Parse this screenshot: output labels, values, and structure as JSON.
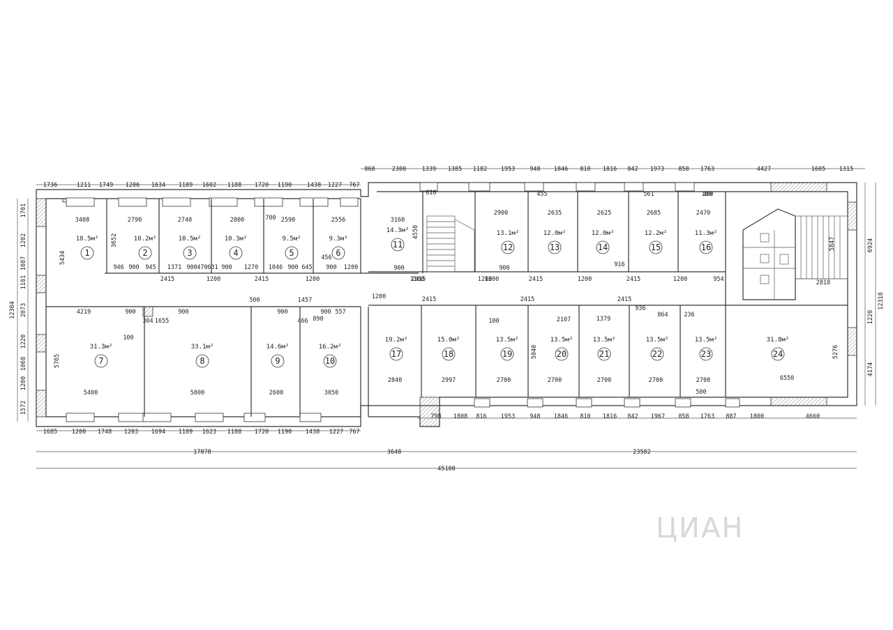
{
  "watermark": "ЦИАН",
  "rooms": [
    {
      "num": "1",
      "area": "18.5м²",
      "w": "3408",
      "h": "5434"
    },
    {
      "num": "2",
      "area": "10.2м²",
      "w": "2790",
      "h": "3652"
    },
    {
      "num": "3",
      "area": "10.5м²",
      "w": "2740"
    },
    {
      "num": "4",
      "area": "10.3м²",
      "w": "2800"
    },
    {
      "num": "5",
      "area": "9.5м²",
      "w": "2590"
    },
    {
      "num": "6",
      "area": "9.3м²",
      "w": "2556"
    },
    {
      "num": "7",
      "area": "31.3м²",
      "w": "5400",
      "h": "5765"
    },
    {
      "num": "8",
      "area": "33.1м²",
      "w": "5800"
    },
    {
      "num": "9",
      "area": "14.6м²",
      "w": "2600"
    },
    {
      "num": "10",
      "area": "16.2м²",
      "w": "3050"
    },
    {
      "num": "11",
      "area": "14.3м²",
      "w": "3160",
      "h": "4550"
    },
    {
      "num": "12",
      "area": "13.1м²",
      "w": "2900"
    },
    {
      "num": "13",
      "area": "12.0м²",
      "w": "2635"
    },
    {
      "num": "14",
      "area": "12.0м²",
      "w": "2625"
    },
    {
      "num": "15",
      "area": "12.2м²",
      "w": "2685"
    },
    {
      "num": "16",
      "area": "11.3м²",
      "w": "2470"
    },
    {
      "num": "17",
      "area": "19.2м²",
      "w": "2840"
    },
    {
      "num": "18",
      "area": "15.0м²",
      "w": "2997"
    },
    {
      "num": "19",
      "area": "13.5м²",
      "w": "2700"
    },
    {
      "num": "20",
      "area": "13.5м²",
      "w": "2700",
      "h": "5040"
    },
    {
      "num": "21",
      "area": "13.5м²",
      "w": "2700"
    },
    {
      "num": "22",
      "area": "13.5м²",
      "w": "2700"
    },
    {
      "num": "23",
      "area": "13.5м²",
      "w": "2700"
    },
    {
      "num": "24",
      "area": "31.8м²",
      "w": "6550",
      "h": "5276"
    }
  ],
  "dims_top_left": [
    "1736",
    "1211",
    "1749",
    "1206",
    "1634",
    "1189",
    "1602",
    "1188",
    "1720",
    "1190",
    "1438",
    "1227",
    "767"
  ],
  "dims_top_right": [
    "868",
    "2300",
    "1339",
    "1385",
    "1182",
    "1953",
    "948",
    "1846",
    "810",
    "1816",
    "842",
    "1973",
    "858",
    "1763",
    "4427",
    "1605",
    "1315"
  ],
  "dims_bottom_left": [
    "1685",
    "1200",
    "1748",
    "1203",
    "1694",
    "1189",
    "1623",
    "1188",
    "1720",
    "1190",
    "1438",
    "1227",
    "767"
  ],
  "dims_bottom_right": [
    "798",
    "1808",
    "816",
    "1953",
    "948",
    "1846",
    "810",
    "1816",
    "842",
    "1967",
    "858",
    "1763",
    "887",
    "1800",
    "4660"
  ],
  "dims_left": [
    "1701",
    "1202",
    "1087",
    "1181",
    "2073",
    "1220",
    "1068",
    "1200",
    "1572"
  ],
  "dims_left_total": "12304",
  "dims_right": [
    "6924",
    "12318",
    "1220",
    "4174"
  ],
  "totals": {
    "left": "17878",
    "middle": "3648",
    "right": "23582",
    "overall": "45108"
  },
  "corridor_dims_top": [
    "946",
    "900",
    "945",
    "1371",
    "900",
    "470",
    "631",
    "900",
    "1270",
    "1046",
    "900",
    "645",
    "456",
    "900",
    "1200"
  ],
  "corridor_2415": "2415",
  "corridor_1200": "1200",
  "misc_dims": [
    "4219",
    "900",
    "304",
    "1655",
    "900",
    "500",
    "900",
    "1457",
    "466",
    "890",
    "900",
    "557",
    "100",
    "1160",
    "900",
    "1200",
    "610",
    "100",
    "455",
    "561",
    "100",
    "2818",
    "5847",
    "2107",
    "1379",
    "936",
    "864",
    "236",
    "100",
    "500",
    "700",
    "900",
    "916",
    "954",
    "1200"
  ]
}
